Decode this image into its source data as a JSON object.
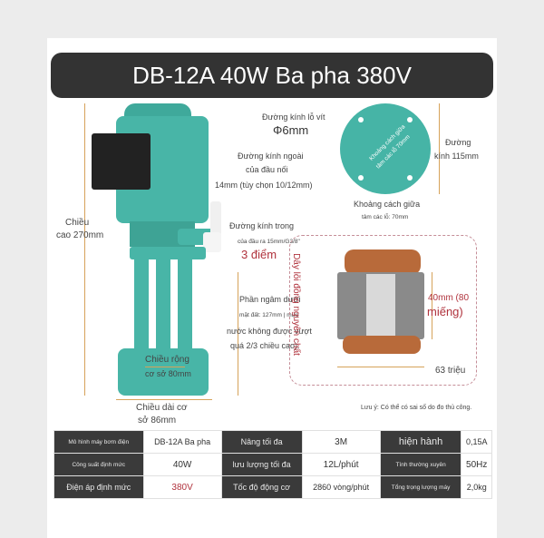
{
  "title": "DB-12A 40W Ba pha 380V",
  "labels": {
    "hole_diameter": "Đường kính lỗ vít",
    "hole_value": "Φ6mm",
    "disc_diameter_1": "Đường",
    "disc_diameter_2": "kính 115mm",
    "outer_1": "Đường kính ngoài",
    "outer_2": "của đầu nối",
    "outer_3": "14mm (tùy chọn 10/12mm)",
    "inner_1": "Đường kính trong",
    "inner_2": "của đầu ra 15mm/G3/8\"",
    "three_points": "3 điểm",
    "spacing_1": "Khoảng cách giữa",
    "spacing_2": "tâm các lỗ: 70mm",
    "height_1": "Chiều",
    "height_2": "cao 270mm",
    "immersion_1": "Phần ngâm dưới",
    "immersion_2": "mặt đất: 127mm | mực",
    "immersion_3": "nước không được vượt",
    "immersion_4": "quá 2/3 chiều cao).",
    "base_width_1": "Chiều rộng",
    "base_width_2": "cơ sở 80mm",
    "base_length_1": "Chiều dài cơ",
    "base_length_2": "sở 86mm",
    "copper_wire": "Dây lõi đồng nguyên chất",
    "stator_h_1": "40mm (80",
    "stator_h_2": "miếng)",
    "stator_w": "63 triệu",
    "disc_text_1": "Khoảng cách giữa",
    "disc_text_2": "tâm các lỗ 70mm",
    "note": "Lưu ý: Có thể có sai số do đo thủ công."
  },
  "specs": [
    [
      "Mô hình máy bơm điện",
      "DB-12A Ba pha",
      "Nâng tối đa",
      "3M",
      "hiện hành",
      "0,15A"
    ],
    [
      "Công suất định mức",
      "40W",
      "lưu lượng tối đa",
      "12L/phút",
      "Tính thường xuyên",
      "50Hz"
    ],
    [
      "Điện áp định mức",
      "380V",
      "Tốc độ động cơ",
      "2860 vòng/phút",
      "Tổng trọng lượng máy",
      "2,0kg"
    ]
  ],
  "colors": {
    "pump": "#48b5a7",
    "title_bg": "#333333",
    "accent_red": "#b0323c",
    "dimension": "#d6a25a"
  },
  "icons": [
    "pump-image",
    "mounting-disc",
    "motor-stator-image"
  ]
}
